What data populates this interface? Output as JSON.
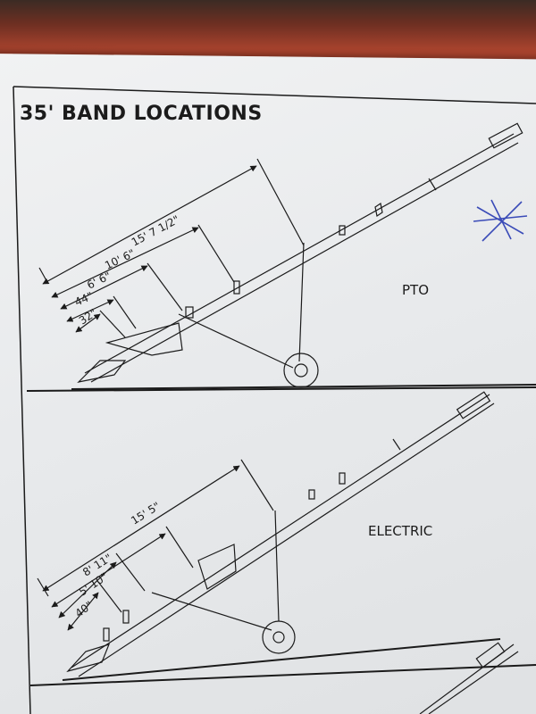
{
  "title": "35' BAND LOCATIONS",
  "diagrams": [
    {
      "label": "PTO",
      "dimensions": [
        "15' 7 1/2\"",
        "10' 6\"",
        "6' 6\"",
        "44\"",
        "32\""
      ]
    },
    {
      "label": "ELECTRIC",
      "dimensions": [
        "15' 5\"",
        "8' 11\"",
        "5' 10\"",
        "40\""
      ]
    }
  ],
  "colors": {
    "ink": "#1b1b1b",
    "paper": "#eceef0",
    "pen_mark": "#3a4bb8",
    "background": "#b8452f"
  }
}
